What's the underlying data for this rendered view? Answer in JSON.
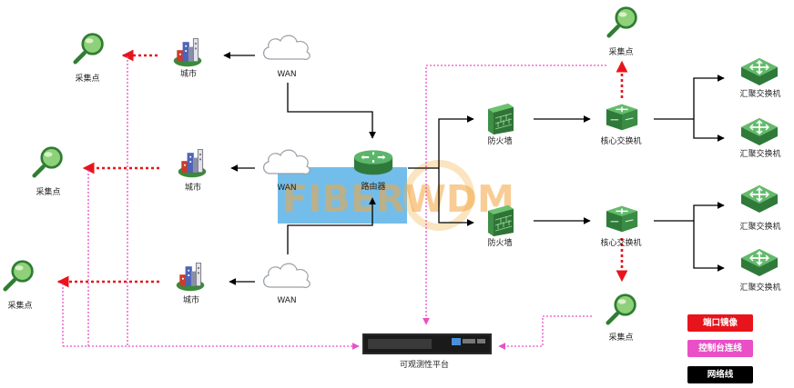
{
  "nodes": {
    "probe": "采集点",
    "city": "城市",
    "wan": "WAN",
    "router": "路由器",
    "firewall": "防火墙",
    "core_switch": "核心交换机",
    "agg_switch": "汇聚交换机",
    "platform": "可观测性平台"
  },
  "legend": {
    "port_mirror": "端口镜像",
    "console_link": "控制台连线",
    "network_cable": "网络线"
  },
  "watermark": "FIBERWDM",
  "colors": {
    "mirror": "#e8141c",
    "console": "#e94fc6",
    "network": "#000000",
    "device_green": "#3e9b4c",
    "probe_green": "#5aa84d"
  },
  "icons": {
    "probe": "magnifier-icon",
    "city": "city-buildings-icon",
    "wan": "cloud-icon",
    "router": "router-icon",
    "firewall": "firewall-icon",
    "core_switch": "core-switch-icon",
    "agg_switch": "aggregation-switch-icon",
    "platform": "server-appliance-icon"
  }
}
